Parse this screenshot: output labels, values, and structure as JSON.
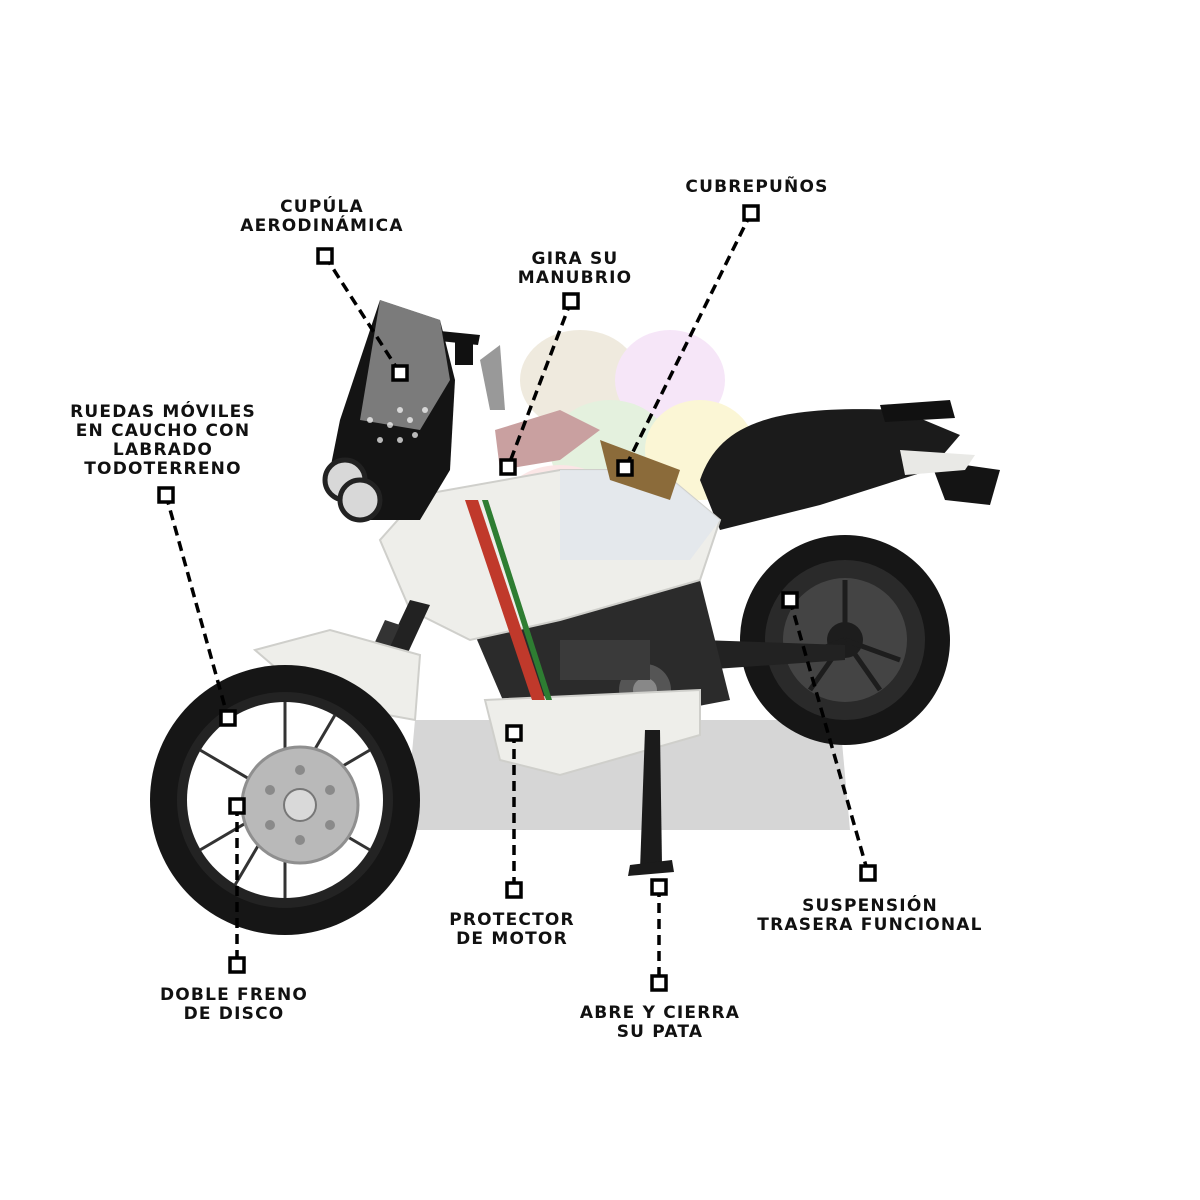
{
  "colors": {
    "ink": "#111111",
    "line": "#000000",
    "body_white": "#eeeeea",
    "tyre": "#161616",
    "accent_red": "#c0392b",
    "accent_green": "#2e7d32",
    "shadow": "#d2d2d2"
  },
  "callouts": [
    {
      "id": "cupula",
      "lines": [
        "CUPÚLA",
        "AERODINÁMICA"
      ]
    },
    {
      "id": "manubrio",
      "lines": [
        "GIRA SU",
        "MANUBRIO"
      ]
    },
    {
      "id": "cubrepunos",
      "lines": [
        "CUBREPUÑOS"
      ]
    },
    {
      "id": "ruedas",
      "lines": [
        "RUEDAS MÓVILES",
        "EN CAUCHO CON",
        "LABRADO",
        "TODOTERRENO"
      ]
    },
    {
      "id": "freno",
      "lines": [
        "DOBLE FRENO",
        "DE DISCO"
      ]
    },
    {
      "id": "protector",
      "lines": [
        "PROTECTOR",
        "DE MOTOR"
      ]
    },
    {
      "id": "pata",
      "lines": [
        "ABRE Y CIERRA",
        "SU PATA"
      ]
    },
    {
      "id": "suspension",
      "lines": [
        "SUSPENSIÓN",
        "TRASERA FUNCIONAL"
      ]
    }
  ]
}
